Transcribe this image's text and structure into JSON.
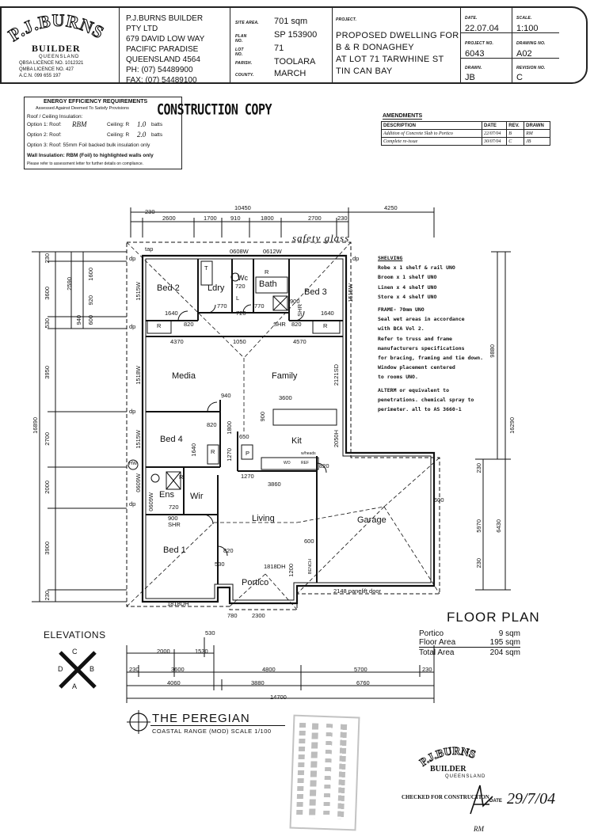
{
  "company": {
    "logo_name": "P.J.BURNS",
    "logo_builder": "BUILDER",
    "logo_state": "QUEENSLAND",
    "licence_qbsa": "QBSA LICENCE NO. 1012321",
    "licence_qmba": "QMBA LICENCE NO. 427",
    "acn": "A.C.N. 099 655 197",
    "name_line1": "P.J.BURNS BUILDER",
    "name_line2": "PTY LTD",
    "address1": "679 DAVID LOW WAY",
    "address2": "PACIFIC PARADISE",
    "address3": "QUEENSLAND  4564",
    "phone": "PH:  (07) 54489900",
    "fax": "FAX: (07) 54489100"
  },
  "site": {
    "site_area_label": "SITE AREA.",
    "site_area": "701 sqm",
    "plan_no_label": "PLAN NO.",
    "plan_no": "SP 153900",
    "lot_no_label": "LOT NO.",
    "lot_no": "71",
    "parish_label": "PARISH.",
    "parish": "TOOLARA",
    "county_label": "COUNTY.",
    "county": "MARCH"
  },
  "project": {
    "label": "PROJECT.",
    "line1": "PROPOSED DWELLING FOR",
    "line2": "B & R DONAGHEY",
    "line3": "AT LOT 71 TARWHINE ST",
    "line4": "TIN CAN BAY"
  },
  "drawing": {
    "date_label": "DATE.",
    "date": "22.07.04",
    "scale_label": "SCALE.",
    "scale": "1:100",
    "project_no_label": "PROJECT NO.",
    "project_no": "6043",
    "drawing_no_label": "DRAWING NO.",
    "drawing_no": "A02",
    "drawn_label": "DRAWN.",
    "drawn": "JB",
    "revision_label": "REVISION NO.",
    "revision": "C"
  },
  "energy": {
    "heading": "ENERGY EFFICIENCY REQUIREMENTS",
    "sub": "Assessed Against Deemed To Satisfy Provisions",
    "roof_heading": "Roof / Ceiling Insulation:",
    "option1": "Option 1: Roof:",
    "option1_hand": "RBM",
    "option1_ceiling": "Ceiling: R",
    "option1_ceiling_hand": "1.0",
    "option1_batts": "batts",
    "option2": "Option 2: Roof:",
    "option2_ceiling": "Ceiling: R",
    "option2_ceiling_hand": "2.0",
    "option2_batts": "batts",
    "option3": "Option 3: Roof:  55mm Foil backed bulk insulation only",
    "wall": "Wall Insulation: RBM (Foil) to highlighted walls only",
    "note": "Please refer to assessment letter for further details on compliance."
  },
  "stamp_top": "CONSTRUCTION COPY",
  "amendments": {
    "title": "AMENDMENTS",
    "headers": [
      "DESCRIPTION",
      "DATE",
      "REV.",
      "DRAWN"
    ],
    "rows": [
      [
        "Addition of Concrete Slab to Portico",
        "22/07/04",
        "B",
        "RM"
      ],
      [
        "Complete re-issue",
        "30/07/04",
        "C",
        "JB"
      ]
    ]
  },
  "plan": {
    "handwritten_safety": "safety glass",
    "top_dims": [
      "230",
      "2600",
      "1700",
      "910",
      "1800",
      "2700",
      "230"
    ],
    "overall_top": "10450",
    "right_top": "4250",
    "top_labels": [
      "tap",
      "dp",
      "dp",
      "dp",
      "dp",
      "0608W",
      "0612W"
    ],
    "rooms": {
      "bed2": "Bed 2",
      "ldry": "Ldry",
      "wc": "Wc",
      "bath": "Bath",
      "bed3": "Bed 3",
      "media": "Media",
      "family": "Family",
      "bed4": "Bed 4",
      "kit": "Kit",
      "ens": "Ens",
      "wir": "Wir",
      "living": "Living",
      "garage": "Garage",
      "bed1": "Bed 1",
      "portico": "Portico"
    },
    "inner_dims": [
      "1640",
      "820",
      "770",
      "720",
      "770",
      "900",
      "1640",
      "820",
      "720",
      "4370",
      "1050",
      "4570",
      "940",
      "3600",
      "820",
      "1800",
      "900",
      "1640",
      "1270",
      "650",
      "1270",
      "3860",
      "720",
      "900",
      "820",
      "600",
      "1818DH",
      "1818DH",
      "1200",
      "600",
      "2148 panelift door",
      "780",
      "2300",
      "820",
      "530"
    ],
    "wall_labels": [
      "1515W",
      "1515W",
      "1518W",
      "2121SD",
      "2050H",
      "1515W",
      "0609W",
      "0609W"
    ],
    "misc_labels": [
      "SHR",
      "SHR",
      "SHR",
      "R",
      "R",
      "R",
      "R",
      "R",
      "P",
      "WO",
      "REF",
      "L",
      "T",
      "BENCH",
      "HW",
      "dp",
      "w/heads"
    ],
    "left_dims": [
      "230",
      "3600",
      "530",
      "3950",
      "2700",
      "2000",
      "3900",
      "230"
    ],
    "left_dims_inner": [
      "1600",
      "2590",
      "920",
      "940",
      "600"
    ],
    "left_overall": "16890",
    "right_dims": [
      "9880",
      "16290",
      "230",
      "5970",
      "6430",
      "600",
      "230"
    ]
  },
  "notes": {
    "shelving": "SHELVING",
    "lines": [
      "Robe x 1 shelf & rail UNO",
      "Broom x 1 shelf UNO",
      "Linen x 4 shelf UNO",
      "Store x 4 shelf UNO",
      "FRAME- 70mm UNO",
      "Seal wet areas in accordance",
      "with BCA Vol 2.",
      "Refer to truss and frame",
      "manufacturers specifications",
      "for bracing, framing and tie down.",
      "Window placement centered",
      "to rooms UNO.",
      "ALTERM or equivalent to",
      "penetrations. chemical spray to",
      "perimeter. all to AS 3660-1"
    ]
  },
  "floor_plan": {
    "title": "FLOOR PLAN",
    "rows": [
      {
        "label": "Portico",
        "value": "9 sqm"
      },
      {
        "label": "Floor Area",
        "value": "195 sqm"
      },
      {
        "label": "Total Area",
        "value": "204 sqm"
      }
    ]
  },
  "elevations": {
    "title": "ELEVATIONS",
    "letters": [
      "C",
      "D",
      "B",
      "A"
    ]
  },
  "bottom_dims": {
    "row0": [
      "530"
    ],
    "row1": [
      "2000",
      "1530"
    ],
    "row2": [
      "230",
      "3600",
      "4800",
      "5700",
      "230"
    ],
    "row3": [
      "4060",
      "3880",
      "6760"
    ],
    "overall": "14700"
  },
  "design": {
    "name": "THE PEREGIAN",
    "sub": "COASTAL RANGE (MOD)  SCALE 1/100"
  },
  "footer": {
    "stamp_logo": "P.J.BURNS",
    "stamp_builder": "BUILDER",
    "stamp_state": "QUEENSLAND",
    "checked": "CHECKED FOR CONSTRUCTION",
    "date_label": "DATE",
    "date_hand": "29/7/04",
    "initials": "RM"
  }
}
